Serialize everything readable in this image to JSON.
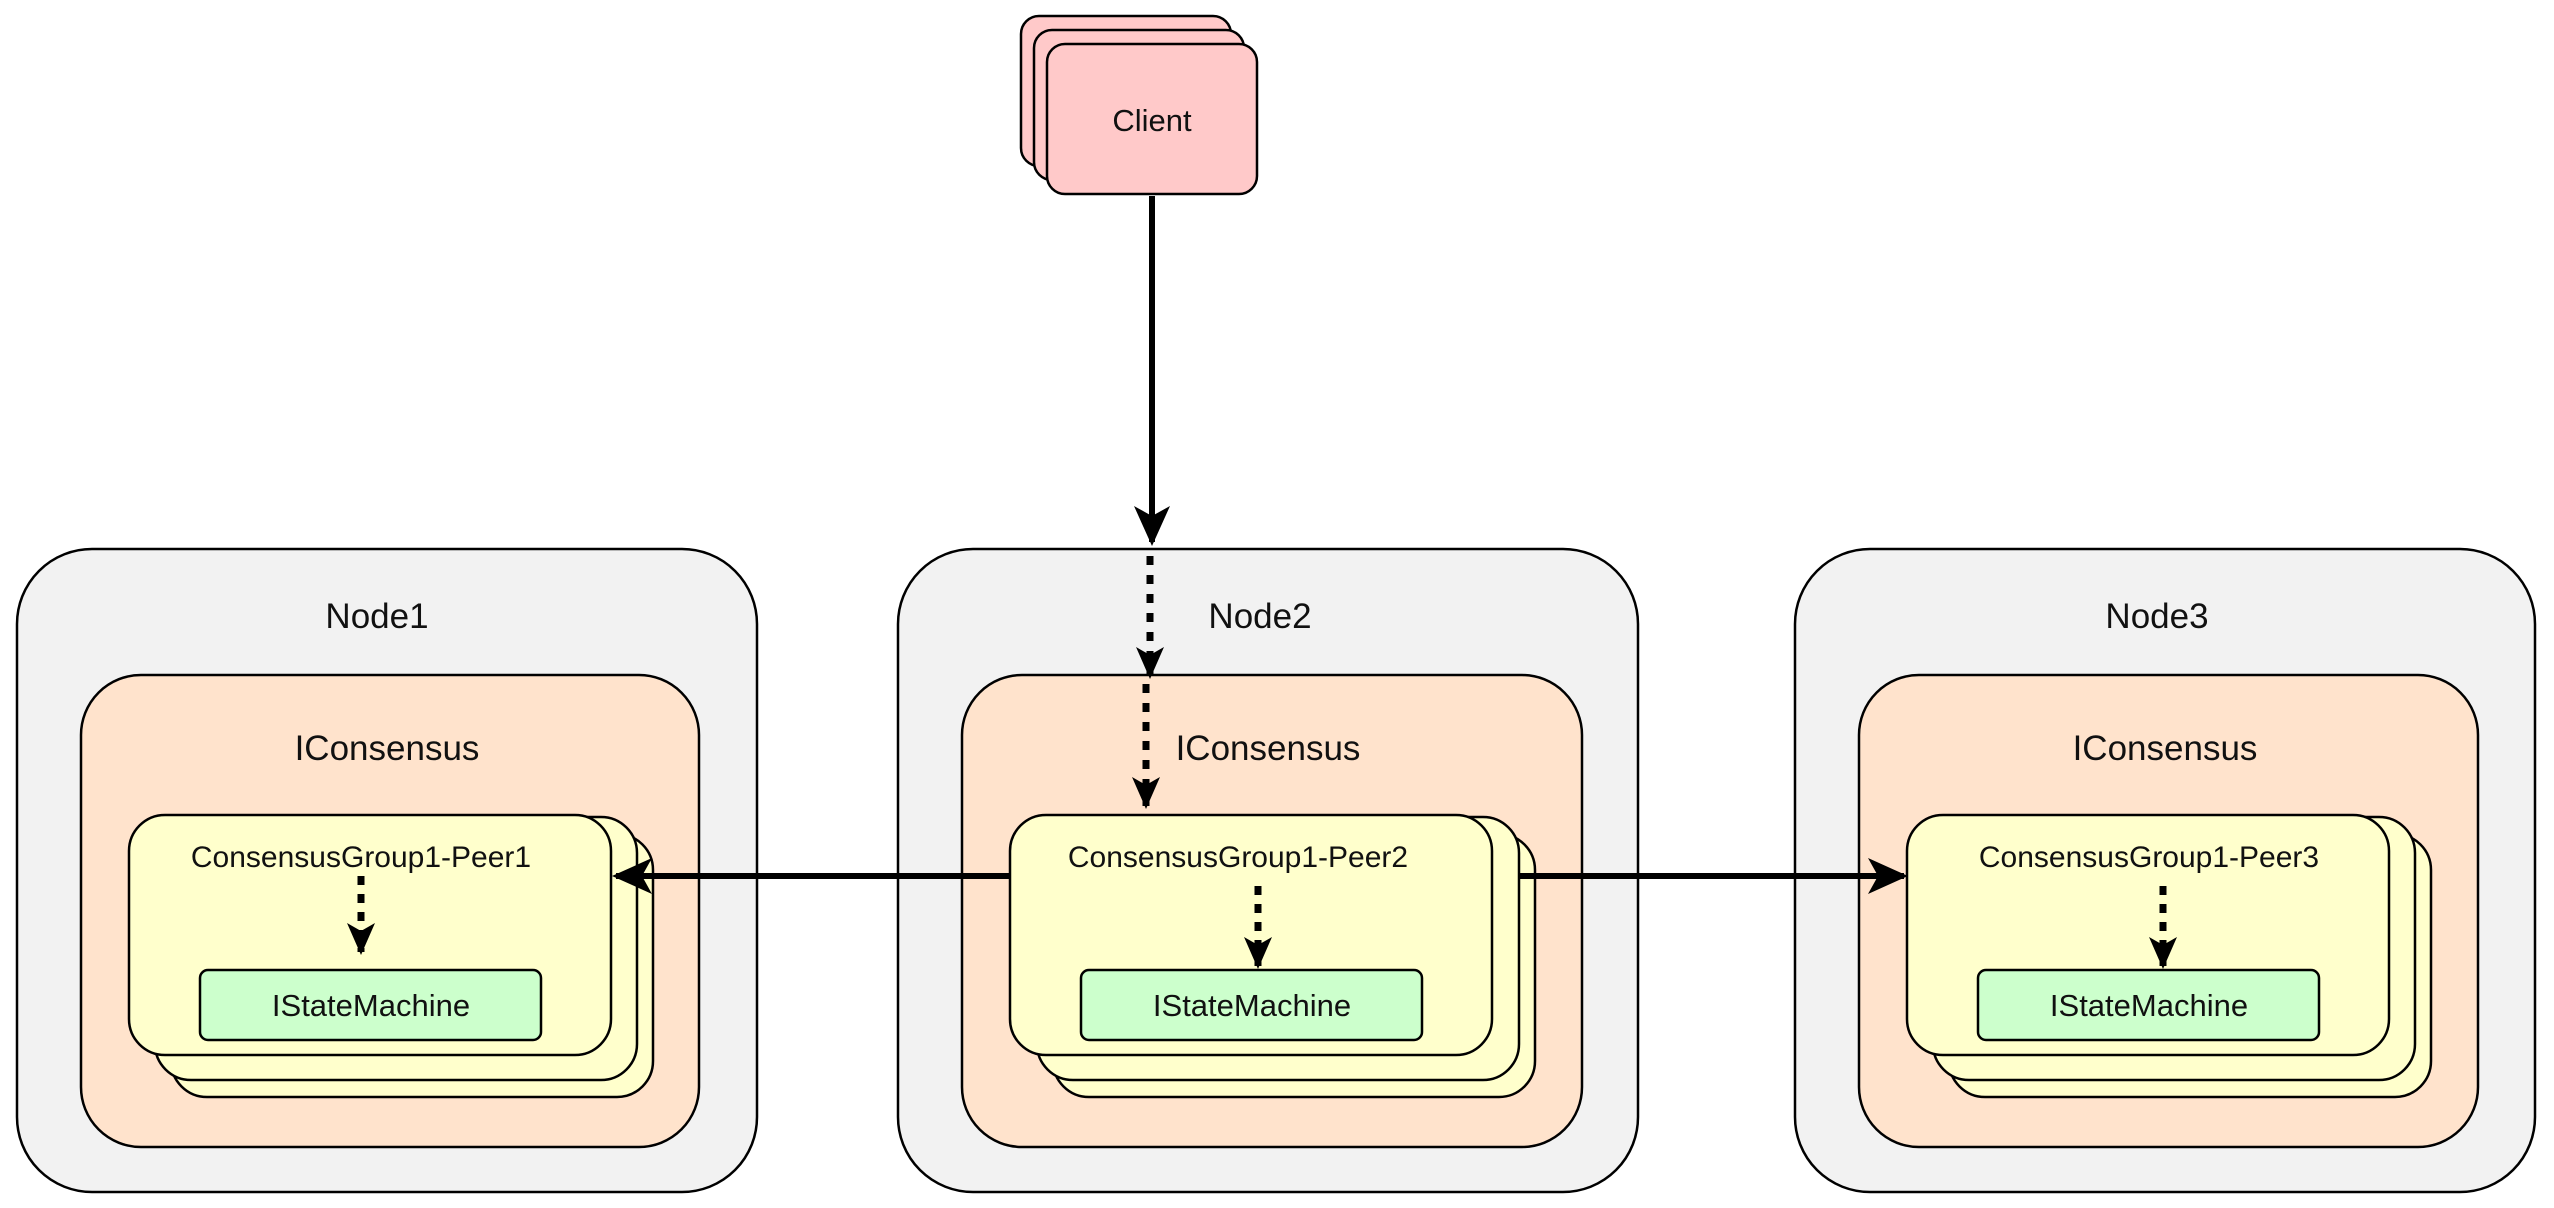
{
  "client": {
    "label": "Client"
  },
  "nodes": [
    {
      "title": "Node1",
      "consensus_label": "IConsensus",
      "peer_label": "ConsensusGroup1-Peer1",
      "state_machine_label": "IStateMachine"
    },
    {
      "title": "Node2",
      "consensus_label": "IConsensus",
      "peer_label": "ConsensusGroup1-Peer2",
      "state_machine_label": "IStateMachine"
    },
    {
      "title": "Node3",
      "consensus_label": "IConsensus",
      "peer_label": "ConsensusGroup1-Peer3",
      "state_machine_label": "IStateMachine"
    }
  ],
  "colors": {
    "client_fill": "#ffc9c9",
    "node_fill": "#f2f2f2",
    "consensus_fill": "#ffe3cc",
    "peer_fill": "#ffffcc",
    "state_machine_fill": "#ccffcc",
    "stroke": "#000000"
  }
}
